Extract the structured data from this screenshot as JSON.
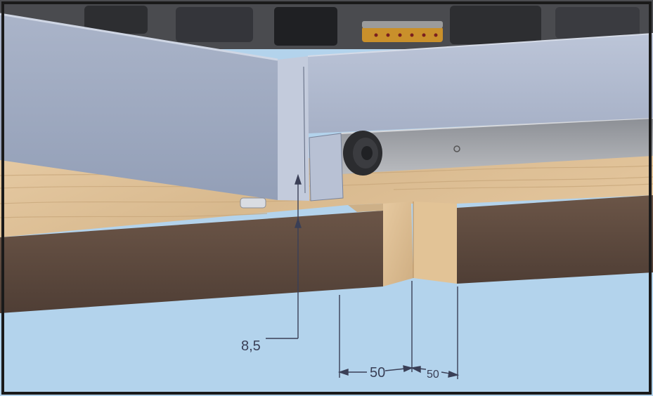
{
  "dimensions": {
    "vertical_gap": "8,5",
    "cutout_width": "50",
    "frame_width": "50"
  },
  "colors": {
    "background": "#b3d3ec",
    "sheet_metal_front": "#9eaac1",
    "sheet_metal_side": "#b3bdd1",
    "sheet_metal_edge": "#cdd4e3",
    "wood_top": "#dcc09b",
    "wood_front": "#5f4b3f",
    "wood_cut": "#d9b98d",
    "dimension_line": "#3a3f56"
  },
  "icons": {
    "burner": "gas-burner-icon",
    "knob": "control-knob-icon",
    "foot": "adjustable-foot-icon"
  }
}
